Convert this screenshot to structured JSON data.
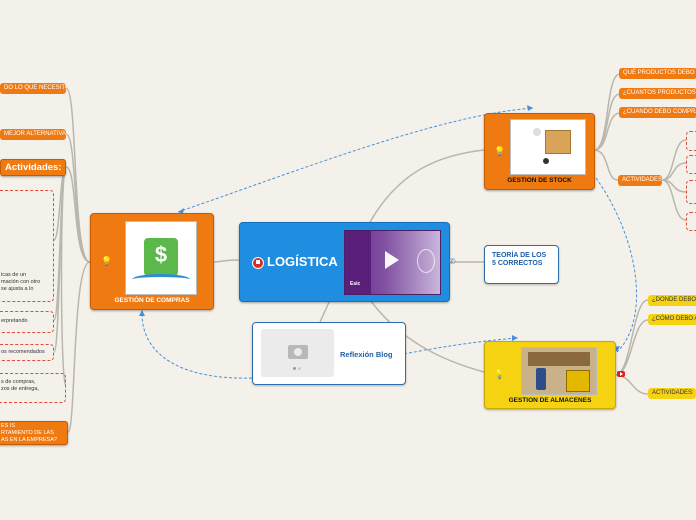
{
  "center": {
    "title": "LOGÍSTICA",
    "video_caption": "Esic"
  },
  "compras": {
    "title": "GESTIÓN DE COMPRAS",
    "left_items": [
      "DO LO QUE NECESITO?",
      "MEJOR ALTERNATIVA?"
    ],
    "actividades_label": "Actividades:",
    "notes": [
      "icas de un",
      "mación con otro",
      "se ajusta a lo",
      "erpretando",
      "os recomendados",
      "s de compras,",
      "zos de entrega,"
    ],
    "bottom_lines": [
      "ES IS",
      "RTAMIENTO DE LAS",
      "AS EN LA EMPRESA?"
    ]
  },
  "stock": {
    "title": "GESTION DE STOCK",
    "items": [
      "QUÉ PRODUCTOS DEBO CO",
      "¿CUANTOS PRODUCTOS DE",
      "¿CUANDO DEBO COMPRAR",
      "ACTIVIDADES"
    ]
  },
  "teoria": {
    "title": "TEORÍA DE LOS 5 CORRECTOS"
  },
  "blog": {
    "title": "Reflexión Blog"
  },
  "almacenes": {
    "title": "GESTION DE ALMACENES",
    "items": [
      "¿DONDE DEBO A",
      "¿CÓMO DEBO A",
      "ACTIVIDADES:"
    ]
  },
  "colors": {
    "orange": "#f07a12",
    "yellow": "#f5d313",
    "blue": "#1f8de0",
    "line": "#4a90d9"
  }
}
